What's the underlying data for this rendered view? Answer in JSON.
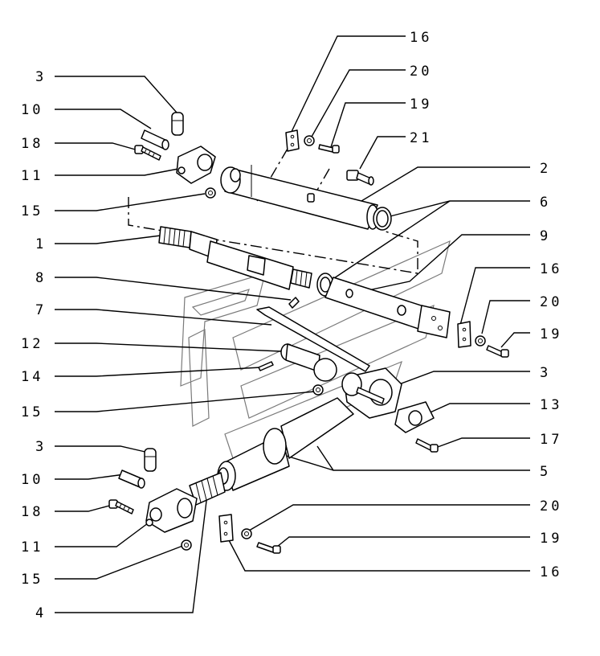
{
  "callouts": {
    "c16a": "16",
    "c20a": "20",
    "c19a": "19",
    "c21": "21",
    "c2": "2",
    "c6": "6",
    "c9": "9",
    "c16b": "16",
    "c20b": "20",
    "c19b": "19",
    "c3b": "3",
    "c13": "13",
    "c17": "17",
    "c5": "5",
    "c20c": "20",
    "c19c": "19",
    "c16c": "16",
    "c3a": "3",
    "c10a": "10",
    "c18a": "18",
    "c11a": "11",
    "c15a": "15",
    "c1": "1",
    "c8": "8",
    "c7": "7",
    "c12": "12",
    "c14": "14",
    "c15b": "15",
    "c3c": "3",
    "c10b": "10",
    "c18b": "18",
    "c11b": "11",
    "c15c": "15",
    "c4": "4"
  }
}
